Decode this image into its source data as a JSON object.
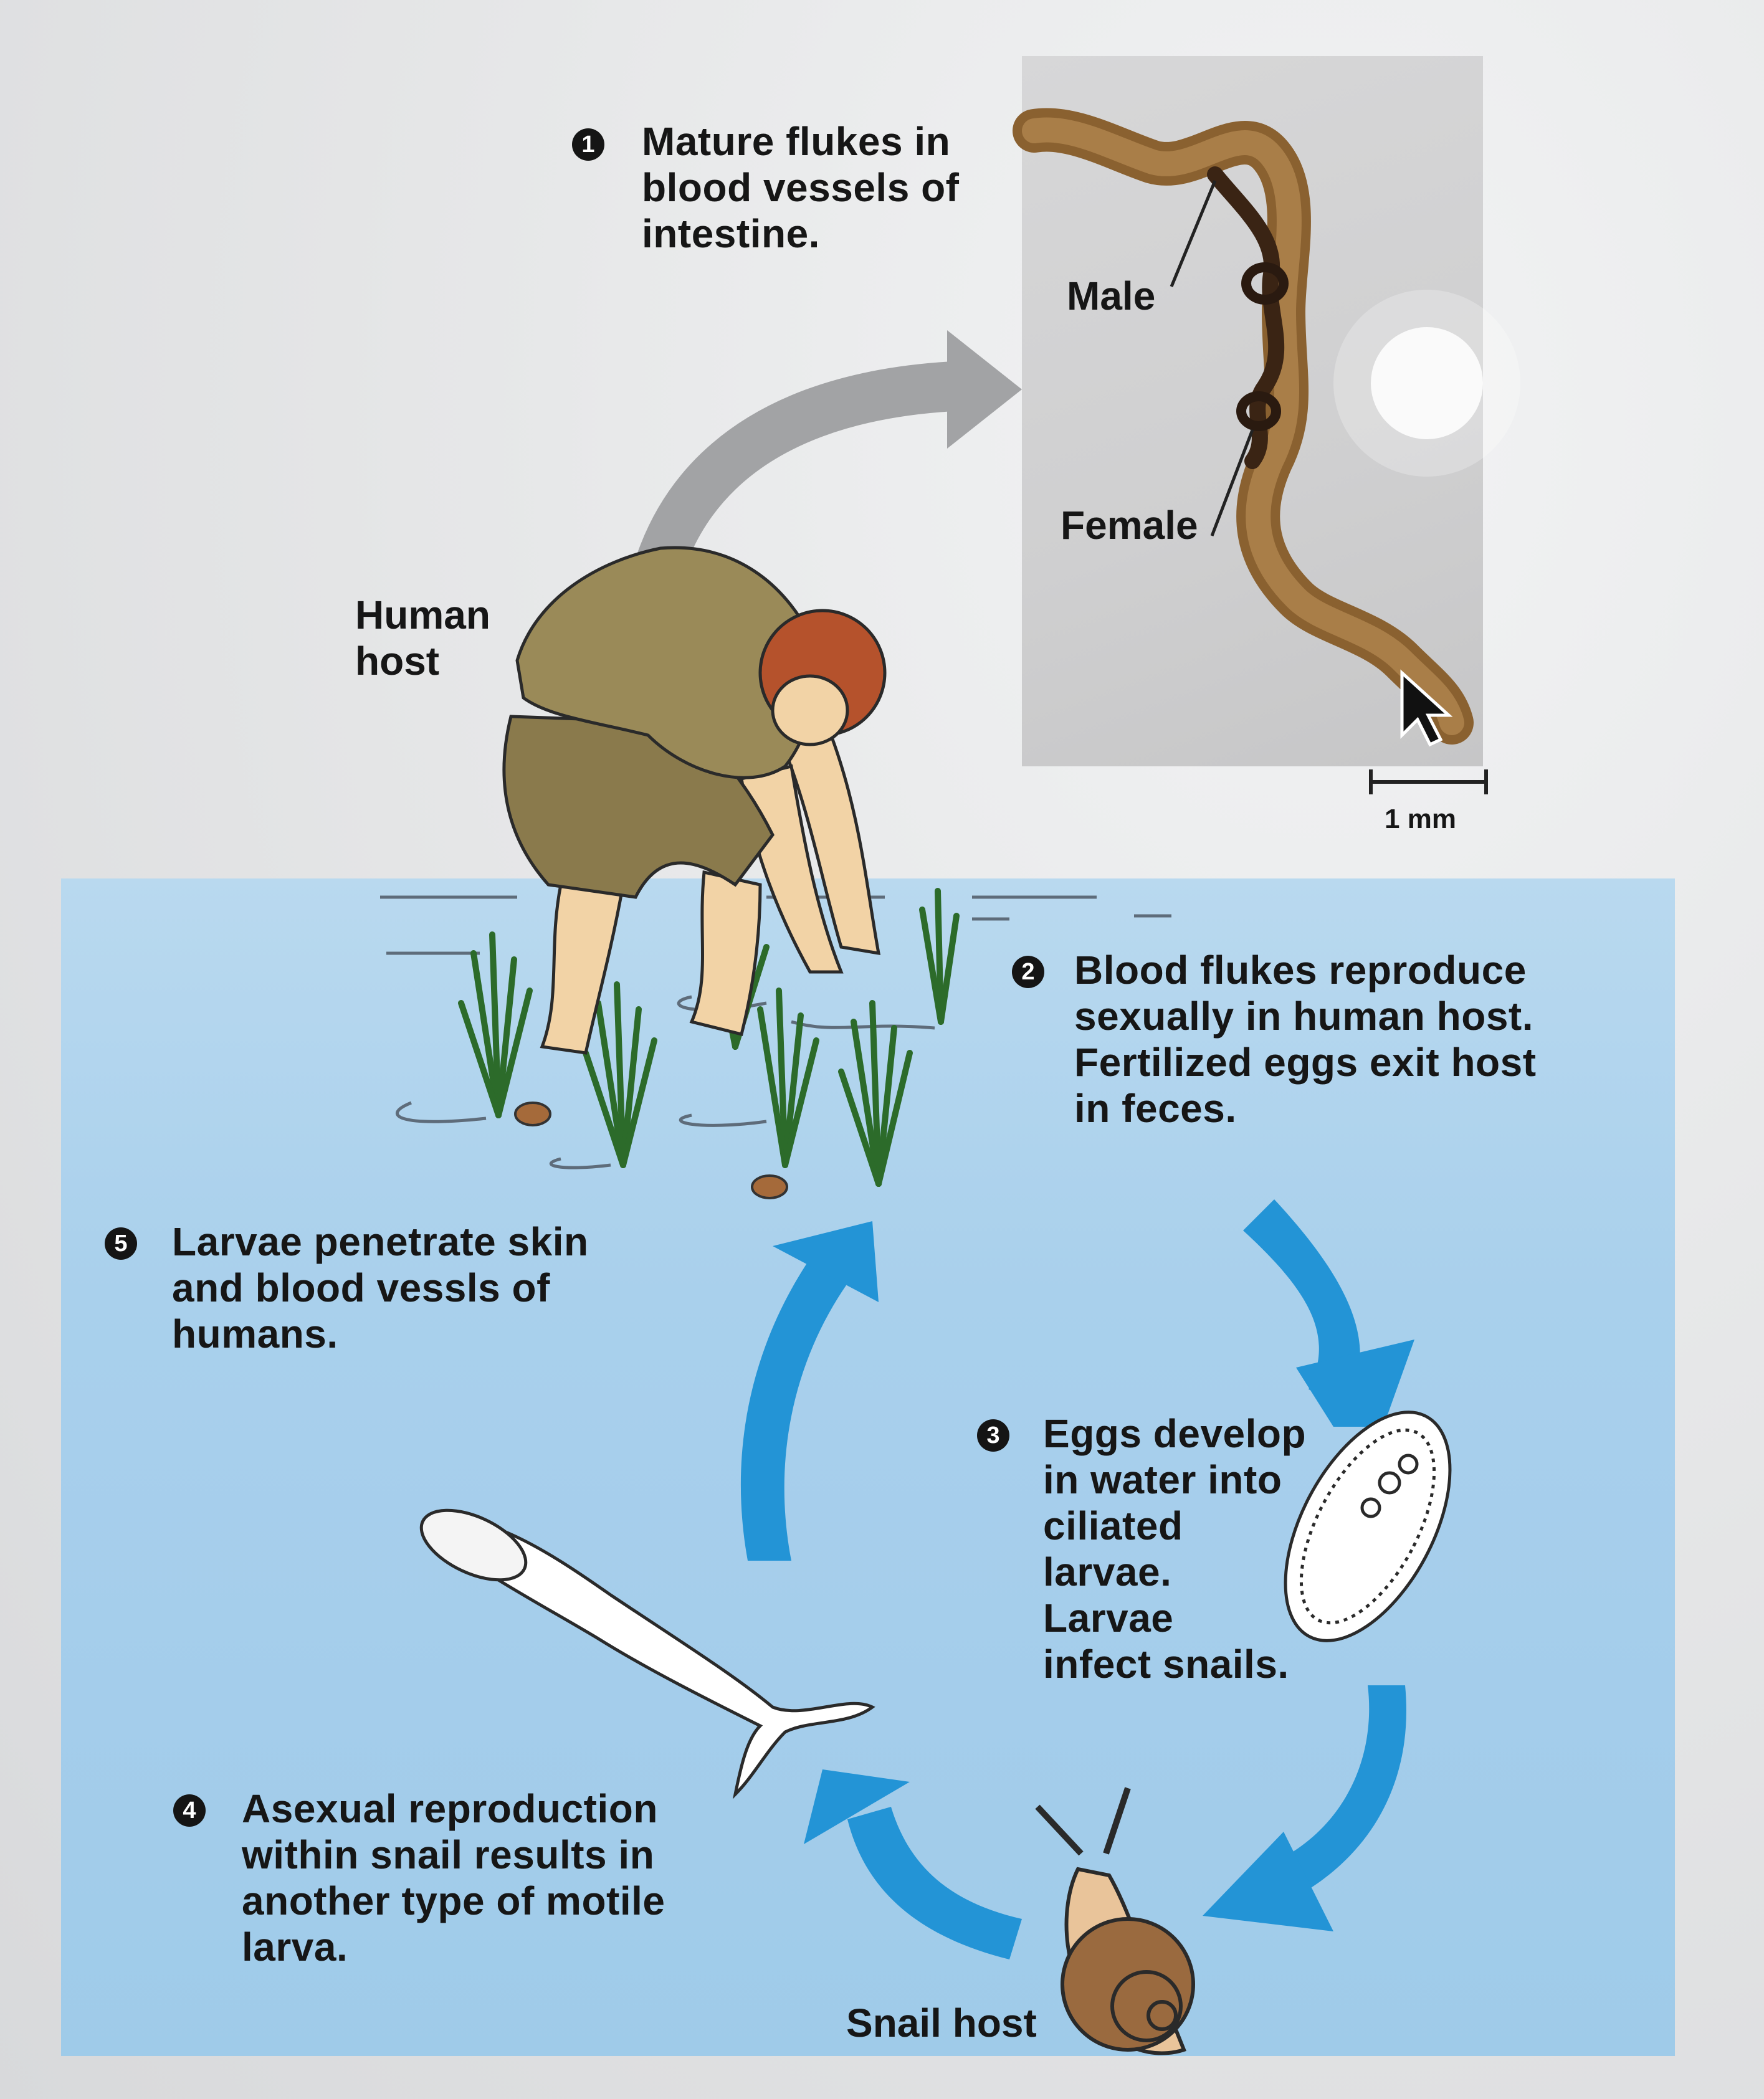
{
  "steps": [
    {
      "num": "1",
      "lines": [
        "Mature flukes in",
        "blood vessels of",
        "intestine."
      ]
    },
    {
      "num": "2",
      "lines": [
        "Blood flukes reproduce",
        "sexually in human host.",
        "Fertilized eggs exit host",
        "in feces."
      ]
    },
    {
      "num": "3",
      "lines": [
        "Eggs develop",
        "in water into",
        "ciliated",
        "larvae.",
        "Larvae",
        "infect snails."
      ]
    },
    {
      "num": "4",
      "lines": [
        "Asexual reproduction",
        "within snail results in",
        "another type of motile",
        "larva."
      ]
    },
    {
      "num": "5",
      "lines": [
        "Larvae penetrate skin",
        "and blood vessls of",
        "humans."
      ]
    }
  ],
  "labels": {
    "male": "Male",
    "female": "Female",
    "human_host": [
      "Human",
      "host"
    ],
    "snail_host": "Snail host",
    "scale_bar": "1 mm"
  },
  "colors": {
    "water": "#a9d0ec",
    "cycle_arrow": "#2394d6",
    "gray_arrow": "#a2a3a5",
    "fluke": "#8a6130",
    "shirt": "#8a7a4c",
    "skin": "#f2d3a6",
    "hat": "#b5522c"
  },
  "icons": [
    "cursor-arrow-icon"
  ]
}
